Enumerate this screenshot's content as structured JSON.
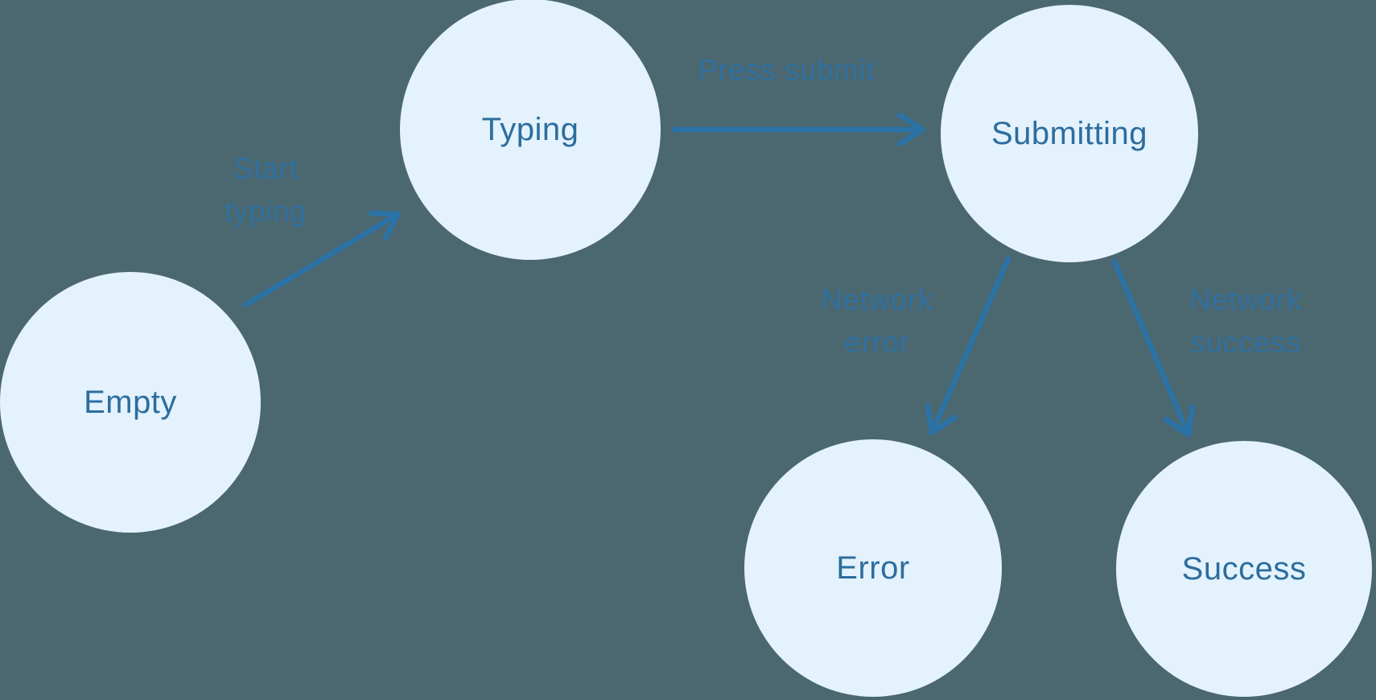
{
  "diagram": {
    "title": "form submission state machine",
    "colors": {
      "background": "#4b6770",
      "node_fill": "#e3f2fc",
      "node_text": "#2d6d9e",
      "edge": "#2b72a6",
      "label": "#31719f"
    },
    "nodes": {
      "empty": {
        "label": "Empty"
      },
      "typing": {
        "label": "Typing"
      },
      "submitting": {
        "label": "Submitting"
      },
      "error": {
        "label": "Error"
      },
      "success": {
        "label": "Success"
      }
    },
    "edges": {
      "start_typing": {
        "label": "Start\ntyping",
        "from": "Empty",
        "to": "Typing"
      },
      "press_submit": {
        "label": "Press submit",
        "from": "Typing",
        "to": "Submitting"
      },
      "network_error": {
        "label": "Network\nerror",
        "from": "Submitting",
        "to": "Error"
      },
      "network_success": {
        "label": "Network\nsuccess",
        "from": "Submitting",
        "to": "Success"
      }
    }
  }
}
